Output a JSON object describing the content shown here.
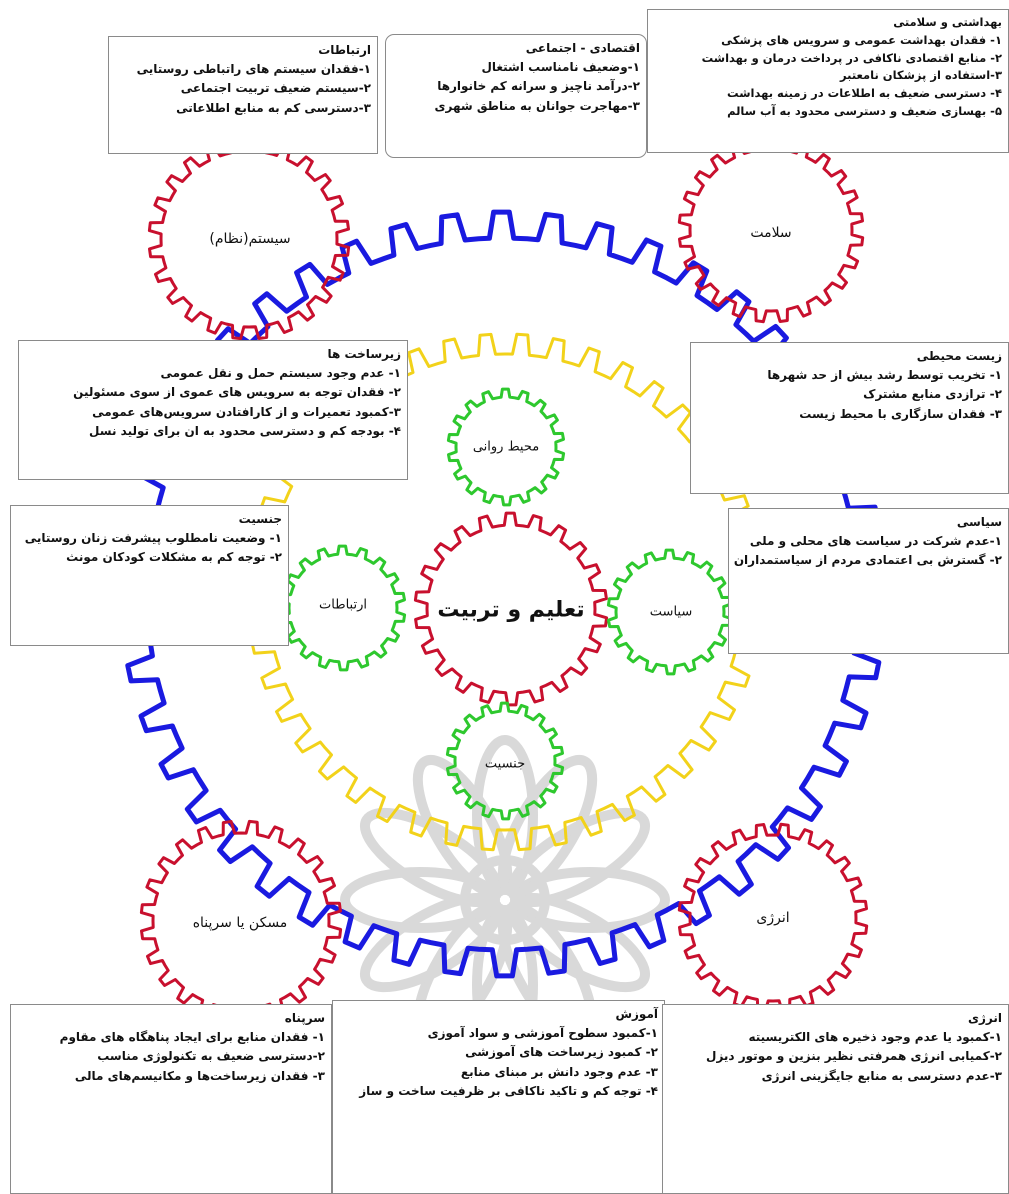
{
  "colors": {
    "blue": "#1a1ae0",
    "yellow": "#f2d21a",
    "red": "#c8102e",
    "green": "#2ec82e",
    "watermark": "#d9d9d9"
  },
  "gears": {
    "outer": "",
    "middle": "",
    "center": "تعلیم و تربیت",
    "psych": "محیط روانی",
    "comm": "ارتباطات",
    "politics": "سیاست",
    "gender": "جنسیت",
    "system": "سیستم(نظام)",
    "health": "سلامت",
    "housing": "مسکن یا سرپناه",
    "energy": "انرژی"
  },
  "boxes": {
    "communications": {
      "title": "ارتباطات",
      "items": [
        "۱-فقدان سیستم های راتباطی روستایی",
        "۲-سیستم ضعیف تربیت اجتماعی",
        "۳-دسترسی کم به منابع اطلاعاتی"
      ]
    },
    "economic": {
      "title": "اقتصادی - اجتماعی",
      "items": [
        "۱-وضعیف نامناسب اشتغال",
        "۲-درآمد ناچیز و سرانه کم خانوارها",
        "۳-مهاجرت جوانان به مناطق شهری"
      ]
    },
    "health": {
      "title": "بهداشتی و سلامتی",
      "items": [
        "۱- فقدان بهداشت عمومی و سرویس های پزشکی",
        "۲- منابع اقتصادی ناکافی در پرداخت درمان و بهداشت",
        "۳-استفاده از پزشکان نامعتبر",
        "۴- دسترسی ضعیف به اطلاعات در زمینه بهداشت",
        "۵- بهسازی ضعیف و دسترسی محدود به آب سالم"
      ]
    },
    "infrastructure": {
      "title": "زیرساخت ها",
      "items": [
        "۱- عدم وجود سیستم حمل و نقل عمومی",
        "۲- فقدان توجه به سرویس های عموی از سوی مسئولین",
        "۳-کمبود تعمیرات و از کارافتادن سرویس‌های عمومی",
        "۴- بودجه کم و دسترسی محدود به ان برای تولید نسل"
      ]
    },
    "environment": {
      "title": "زیست محیطی",
      "items": [
        "۱- تخریب توسط رشد بیش از حد شهرها",
        "۲- ترازدی منابع مشترک",
        "۳- فقدان سازگاری با محیط زیست"
      ]
    },
    "gender": {
      "title": "جنسیت",
      "items": [
        "۱- وضعیت نامطلوب پیشرفت زنان روستایی",
        "۲- توجه کم به مشکلات کودکان مونث"
      ]
    },
    "politics": {
      "title": "سیاسی",
      "items": [
        "۱-عدم شرکت در سیاست های محلی و ملی",
        "۲- گسترش بی اعتمادی مردم از سیاستمداران"
      ]
    },
    "shelter": {
      "title": "سرپناه",
      "items": [
        "۱- فقدان منابع برای ایجاد پناهگاه های مقاوم",
        "۲-دسترسی ضعیف به تکنولوژی مناسب",
        "۳- فقدان زیرساخت‌ها و مکانیسم‌های مالی"
      ]
    },
    "education": {
      "title": "آموزش",
      "items": [
        "۱-کمبود سطوح آموزشی و سواد آموزی",
        "۲- کمبود زیرساخت های آموزشی",
        "۳- عدم وجود دانش بر مبنای منابع",
        "۴- توجه کم و تاکید ناکافی بر ظرفیت ساخت و ساز"
      ]
    },
    "energy": {
      "title": "انرژی",
      "items": [
        "۱-کمبود یا عدم وجود ذخیره های الکتریسیته",
        "۲-کمیابی انرژی همرفتی نظیر بنزین و موتور دیزل",
        "۳-عدم دسترسی به منابع جایگزینی انرژی"
      ]
    }
  }
}
